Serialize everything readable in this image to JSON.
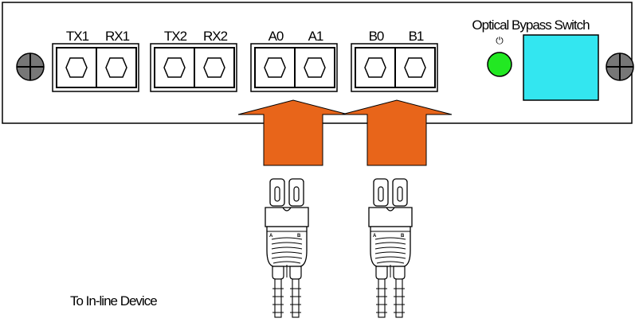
{
  "panel": {
    "ports": [
      {
        "top": "TX1",
        "bottom": "RX1"
      },
      {
        "top": "TX2",
        "bottom": "RX2"
      },
      {
        "top": "A0",
        "bottom": "A1"
      },
      {
        "top": "B0",
        "bottom": "B1"
      }
    ],
    "bypass_title": "Optical Bypass Switch",
    "power_symbol": "⏻",
    "led_color": "#22e822",
    "switch_color": "#33e6f0"
  },
  "arrow_color": "#e8651a",
  "connectors": [
    {
      "left_mark": "A",
      "right_mark": "B"
    },
    {
      "left_mark": "A",
      "right_mark": "B"
    }
  ],
  "caption": "To In-line Device"
}
